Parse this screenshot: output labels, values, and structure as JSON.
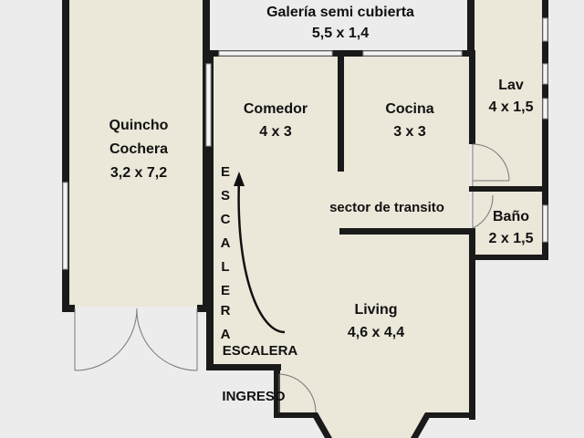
{
  "rooms": {
    "galeria": {
      "name": "Galería semi cubierta",
      "size": "5,5 x 1,4"
    },
    "quincho": {
      "name_line1": "Quincho",
      "name_line2": "Cochera",
      "size": "3,2 x 7,2"
    },
    "comedor": {
      "name": "Comedor",
      "size": "4 x 3"
    },
    "cocina": {
      "name": "Cocina",
      "size": "3 x 3"
    },
    "lav": {
      "name": "Lav",
      "size": "4 x 1,5"
    },
    "bano": {
      "name": "Baño",
      "size": "2 x 1,5"
    },
    "transito": {
      "name": "sector de transito"
    },
    "living": {
      "name": "Living",
      "size": "4,6 x 4,4"
    }
  },
  "stair": {
    "vertical_letters": [
      "E",
      "S",
      "C",
      "A",
      "L",
      "E",
      "R",
      "A"
    ],
    "label": "ESCALERA"
  },
  "entrance": {
    "label": "INGRESO"
  },
  "colors": {
    "wall": "#1a1a1a",
    "floor": "#ebe7d9",
    "background": "#ececec",
    "door_line": "#777777"
  }
}
